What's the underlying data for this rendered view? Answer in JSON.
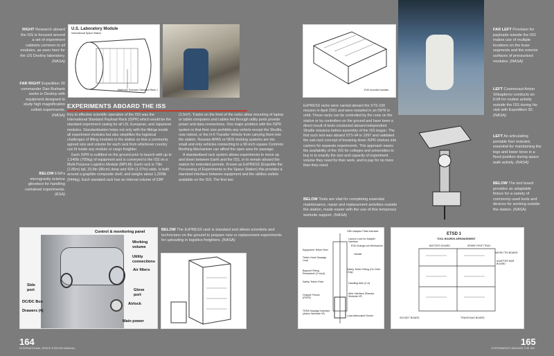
{
  "left_page": {
    "captions": {
      "right": {
        "lead": "RIGHT",
        "text": " Research aboard the ISS is focused around a set of experiment cabinets common to all modules, as seen here for the US Destiny laboratory. ",
        "credit": "(NASA)"
      },
      "far_right": {
        "lead": "FAR RIGHT",
        "text": " Expedition 30 commander Dan Burbank works in Destiny with equipment designed to study high magnification colloid experiments. ",
        "credit": "(NASA)"
      },
      "below_esa": {
        "lead": "BELOW",
        "text": " ESA's microgravity science glovebox for handling contained experiments. ",
        "credit": "(ESA)"
      },
      "below_express": {
        "lead": "BELOW",
        "text": " The ExPRESS rack is standard and allows scientists and technicians on the ground to prepare new or replacement experiments for uploading in logistics freighters. ",
        "credit": "(NASA)"
      }
    },
    "lab_diagram": {
      "title": "U.S. Laboratory Module",
      "subtitle": "International Space Station",
      "label": "Materials Sciences Standard Rack 1"
    },
    "heading": "EXPERIMENTS ABOARD THE ISS",
    "column1": [
      "Key to effective scientific operation of the ISS was the International Standard Payload Rack (ISPR) which would be the standard experiment casing for all US, European, and Japanese modules. Standardisation helps not only with the fittings inside all experiment modules but also simplifies the logistical challenges of lifting modules to the station so that a commonly agreed size and volume for each rack from whichever country can fit inside any module or cargo freighter.",
      "Each ISPR is outfitted on the ground prior to launch with up to 1,540lb (700kg) of equipment and is conveyed to the ISS on a Multi-Purpose Logistics Module (MPLM). Each rack is 73in (1.85m) tall, 33.8in (86cm) deep and 42in (1.07m) wide, is built around a graphite composite shell, and weighs about 1,200lb (544kg). Each standard rack has an internal volume of 53ft³"
    ],
    "column2": [
      "(1.5m³). Tracks on the front of the racks allow mounting of laptop or tablet computers and cables fed through utility ports provide power and data connections. One major problem with the ISPR system is that their size prohibits any vehicle except the Shuttle, now retired, or the H-II Transfer Vehicle from carrying them into the station. Russian APAS or NDS docking systems are too small and only vehicles connecting to a 50-inch square Common Berthing Mechanism can afford the open area for passage.",
      "A standardised rack system allows experiments to move up and down between Earth and the ISS, or to remain aboard the station for extended periods. Known as ExPRESS (Expedite the Processing of Experiments to the Space Station) this provides a standard interface between equipment and the utilities outlets available on the ISS. The first two"
    ],
    "glovebox_labels": [
      "Control & monitoring panel",
      "Working volume",
      "Utility connections",
      "Air filters",
      "Side port",
      "Glove port",
      "DC/DC Box",
      "Airlock",
      "Drawers (4)",
      "Main power"
    ],
    "page_number": "164",
    "running_title": "INTERNATIONAL SPACE STATION MANUAL"
  },
  "right_page": {
    "diagram_label": "EVA mounted handles",
    "column": [
      "ExPRESS racks were carried aboard the STS-100 mission in April 2001 and were installed in an ISPR in orbit. These racks can be controlled by the crew on the station or by controllers on the ground and have been a direct result of tests conducted aboard independent Shuttle missions before assembly of the ISS began. The first such test was aboard STS-94 in 1997 and validated the sub-rack concept of breaking down ISPR shelves into carriers for separate experiments. This approach eases the availability of the ISS for colleges and universities to buy in to exactly the size and capacity of experiment volume they need for their work, and to pay for no more than they need."
    ],
    "caption_below_tools": {
      "lead": "BELOW",
      "text": " Tools are vital for completing essential maintenance, repair and replacement activities outside the station, made easier with the use of this temporary worksite support. ",
      "credit": "(NASA)"
    },
    "captions": {
      "far_left": {
        "lead": "FAR LEFT",
        "text": " Provision for payloads outside the ISS makes use of multiple locations on the truss segments and the exterior surfaces of pressurised modules. ",
        "credit": "(NASA)"
      },
      "left1": {
        "lead": "LEFT",
        "text": " Cosmonaut Anton Shkaplerov conducts an EVA for routine activity outside the ISS during his visit with Expedition 30. ",
        "credit": "(NASA)"
      },
      "left2": {
        "lead": "LEFT",
        "text": " An articulating portable foot restraint, essential for maintaining the legs and lower torso in a fixed position during space walk activity. ",
        "credit": "(NASA)"
      },
      "below": {
        "lead": "BELOW",
        "text": " The tool board provides an adaptable fixture for a variety of commonly used tools and devices for working outside the station. ",
        "credit": "(NASA)"
      }
    },
    "pfr_labels": [
      "ORU Adapter Plate Interface",
      "Launch Lock for Adapter Interface",
      "EVA Change-out Mechanism",
      "Handle",
      "Equipment Tether Reel",
      "Tether Hook Stowage Loop",
      "Bayonet Fitting Receptacle (2 req'd)",
      "Safety Tether Fitting (On Orbit Only)",
      "Safety Tether Point",
      "Handling Aids (2 ct)",
      "Grapple Fixture (FRGF)",
      "After Interface (Passive Worksite I/F)",
      "TERA Stowage Interface (Active Worksite I/F)",
      "Load-attenuated Device"
    ],
    "etsd": {
      "title": "ETSD 1",
      "subtitle": "TOOL BOARDS ARRANGEMENT",
      "labels": [
        "SPARE FIRST TRAY",
        "MICRO TRI BOARD",
        "BATTERY BOARD",
        "SOCKET BOARD",
        "TRASH BAG BOARD",
        "ADAPTER BAR BOARD"
      ]
    },
    "page_number": "165",
    "running_title": "EXPERIMENTS ABOARD THE ISS"
  },
  "colors": {
    "page_bg": "#7b7c7b",
    "heading_rule": "#c0392b"
  }
}
